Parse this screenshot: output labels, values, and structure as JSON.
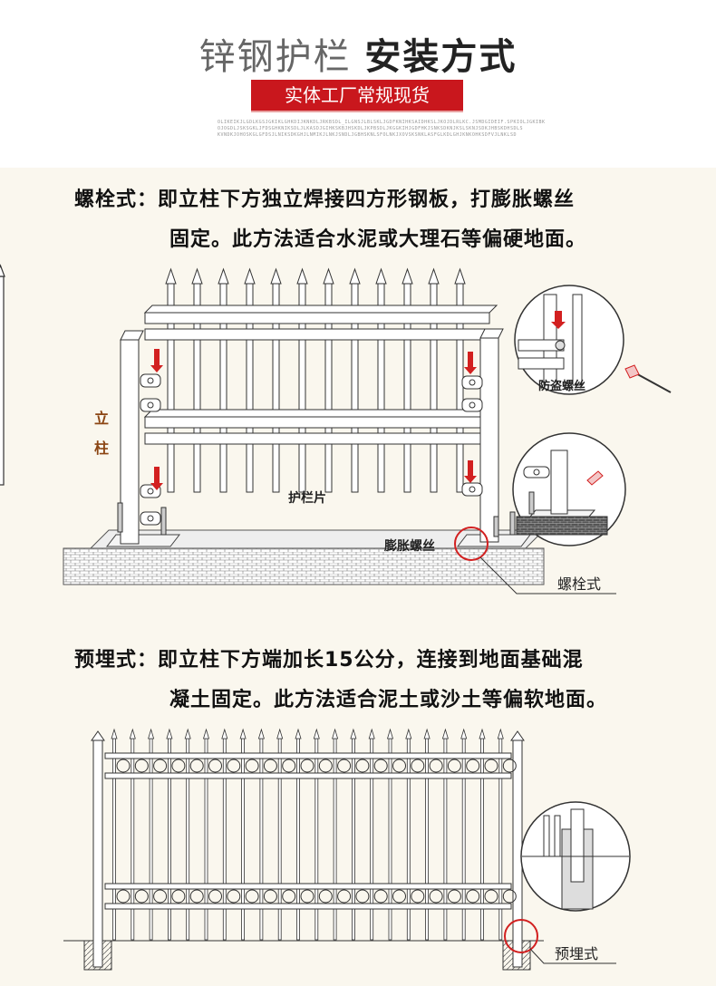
{
  "header": {
    "title_light": "锌钢护栏",
    "title_bold": "安装方式",
    "badge": "实体工厂常规现货",
    "tiny_line1": "OLIKEIKJLGDLKGSJGKIKLGHKDIJKNKDLJRKBSDL_ILGNSJLBLSKLJGDFKNIHKSAIDHKSLJKOJDLRLKC.JSMDGIDEIF.SPKIOLJGKIBK",
    "tiny_line2": "OJOGDLJSKSGKLJFDSGHKNIKSDLJLKASDJGIHKSKBJHSKDLJKPBSDLJKGGKIHJGDFHKJSNKSDKNJKSLSKNJSDKJHBSKDHSDLS",
    "tiny_line3": "KVNDKJOHOSKGLGFDSJLNIKSDKGHJLNMIKJLNKJSNDLJGBHSKNLSFOLNKJXOVSKSNKLASFGLKDLGHJKNKOHKSDFVJLNKLSD"
  },
  "section1": {
    "desc_line1": "螺栓式：即立柱下方独立焊接四方形钢板，打膨胀螺丝",
    "desc_line2": "固定。此方法适合水泥或大理石等偏硬地面。",
    "label_post_1": "立",
    "label_post_2": "柱",
    "label_panel": "护栏片",
    "label_expansion_bolt": "膨胀螺丝",
    "label_antitheft": "防盗螺丝",
    "label_callout": "螺栓式"
  },
  "section2": {
    "desc_line1": "预埋式：即立柱下方端加长15公分，连接到地面基础混",
    "desc_line2": "凝土固定。此方法适合泥土或沙土等偏软地面。",
    "label_callout": "预埋式"
  },
  "colors": {
    "accent_red": "#c9171d",
    "panel_bg": "#faf7ee",
    "label_brown": "#8b4513",
    "arrow_red": "#d22020"
  }
}
